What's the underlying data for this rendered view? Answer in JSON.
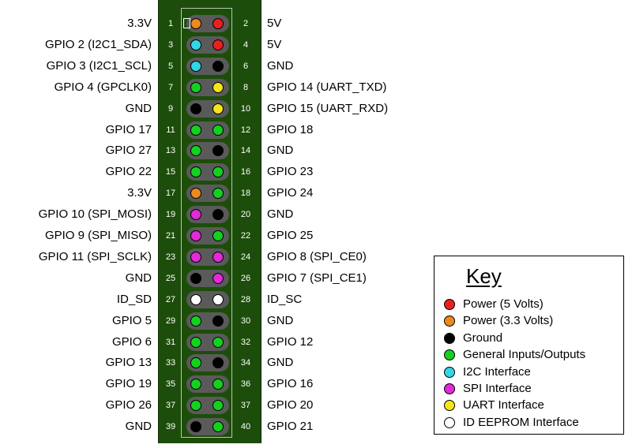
{
  "colors": {
    "power_5v": "#e8211f",
    "power_3v3": "#ec8a1d",
    "ground": "#000000",
    "gpio": "#14d11f",
    "i2c": "#33d6e6",
    "spi": "#e12ad8",
    "uart": "#f5e51b",
    "eeprom": "#ffffff",
    "board": "#1d4d0a"
  },
  "rows": [
    {
      "left": "3.3V",
      "right": "5V",
      "odd": "1",
      "even": "2",
      "lc": "power_3v3",
      "rc": "power_5v"
    },
    {
      "left": "GPIO 2 (I2C1_SDA)",
      "right": "5V",
      "odd": "3",
      "even": "4",
      "lc": "i2c",
      "rc": "power_5v"
    },
    {
      "left": "GPIO 3 (I2C1_SCL)",
      "right": "GND",
      "odd": "5",
      "even": "6",
      "lc": "i2c",
      "rc": "ground"
    },
    {
      "left": "GPIO 4 (GPCLK0)",
      "right": "GPIO 14 (UART_TXD)",
      "odd": "7",
      "even": "8",
      "lc": "gpio",
      "rc": "uart"
    },
    {
      "left": "GND",
      "right": "GPIO 15 (UART_RXD)",
      "odd": "9",
      "even": "10",
      "lc": "ground",
      "rc": "uart"
    },
    {
      "left": "GPIO 17",
      "right": "GPIO 18",
      "odd": "11",
      "even": "12",
      "lc": "gpio",
      "rc": "gpio"
    },
    {
      "left": "GPIO 27",
      "right": "GND",
      "odd": "13",
      "even": "14",
      "lc": "gpio",
      "rc": "ground"
    },
    {
      "left": "GPIO 22",
      "right": "GPIO 23",
      "odd": "15",
      "even": "16",
      "lc": "gpio",
      "rc": "gpio"
    },
    {
      "left": "3.3V",
      "right": "GPIO 24",
      "odd": "17",
      "even": "18",
      "lc": "power_3v3",
      "rc": "gpio"
    },
    {
      "left": "GPIO 10 (SPI_MOSI)",
      "right": "GND",
      "odd": "19",
      "even": "20",
      "lc": "spi",
      "rc": "ground"
    },
    {
      "left": "GPIO 9 (SPI_MISO)",
      "right": "GPIO 25",
      "odd": "21",
      "even": "22",
      "lc": "spi",
      "rc": "gpio"
    },
    {
      "left": "GPIO 11 (SPI_SCLK)",
      "right": "GPIO 8 (SPI_CE0)",
      "odd": "23",
      "even": "24",
      "lc": "spi",
      "rc": "spi"
    },
    {
      "left": "GND",
      "right": "GPIO 7 (SPI_CE1)",
      "odd": "25",
      "even": "26",
      "lc": "ground",
      "rc": "spi"
    },
    {
      "left": "ID_SD",
      "right": "ID_SC",
      "odd": "27",
      "even": "28",
      "lc": "eeprom",
      "rc": "eeprom"
    },
    {
      "left": "GPIO 5",
      "right": "GND",
      "odd": "29",
      "even": "30",
      "lc": "gpio",
      "rc": "ground"
    },
    {
      "left": "GPIO 6",
      "right": "GPIO 12",
      "odd": "31",
      "even": "32",
      "lc": "gpio",
      "rc": "gpio"
    },
    {
      "left": "GPIO 13",
      "right": "GND",
      "odd": "33",
      "even": "34",
      "lc": "gpio",
      "rc": "ground"
    },
    {
      "left": "GPIO 19",
      "right": "GPIO 16",
      "odd": "35",
      "even": "36",
      "lc": "gpio",
      "rc": "gpio"
    },
    {
      "left": "GPIO 26",
      "right": "GPIO 20",
      "odd": "37",
      "even": "37",
      "lc": "gpio",
      "rc": "gpio"
    },
    {
      "left": "GND",
      "right": "GPIO 21",
      "odd": "39",
      "even": "40",
      "lc": "ground",
      "rc": "gpio"
    }
  ],
  "key": {
    "title": "Key",
    "items": [
      {
        "label": "Power (5 Volts)",
        "color": "power_5v"
      },
      {
        "label": "Power (3.3 Volts)",
        "color": "power_3v3"
      },
      {
        "label": "Ground",
        "color": "ground"
      },
      {
        "label": "General Inputs/Outputs",
        "color": "gpio"
      },
      {
        "label": "I2C Interface",
        "color": "i2c"
      },
      {
        "label": "SPI Interface",
        "color": "spi"
      },
      {
        "label": "UART Interface",
        "color": "uart"
      },
      {
        "label": "ID EEPROM Interface",
        "color": "eeprom"
      }
    ]
  }
}
